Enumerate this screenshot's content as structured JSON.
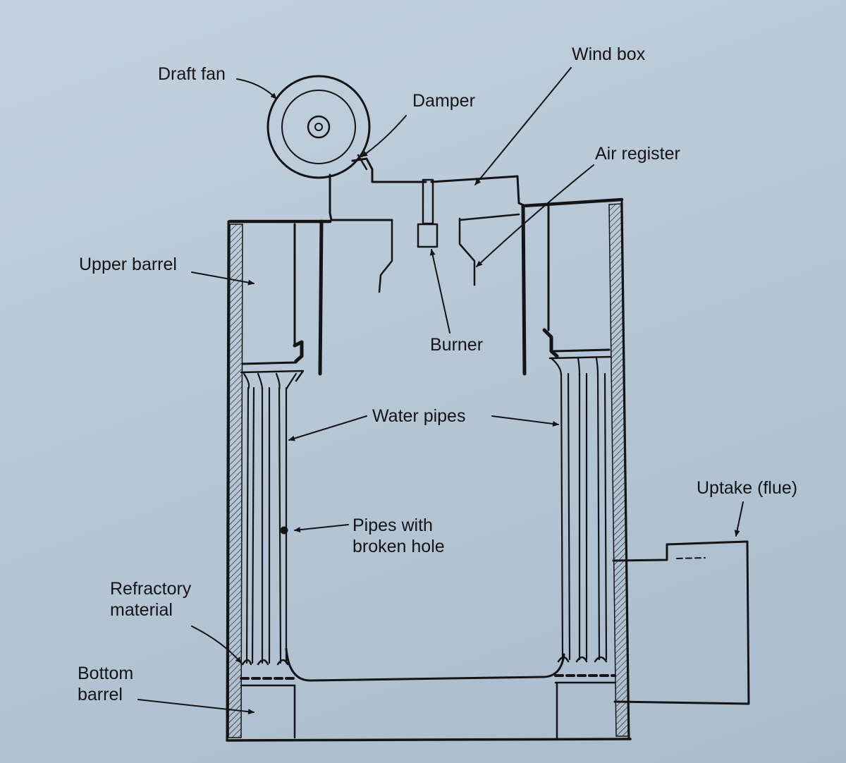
{
  "labels": {
    "draft_fan": "Draft fan",
    "wind_box": "Wind box",
    "damper": "Damper",
    "air_register": "Air register",
    "upper_barrel": "Upper barrel",
    "burner": "Burner",
    "water_pipes": "Water pipes",
    "uptake": "Uptake (flue)",
    "pipes_broken_line1": "Pipes with",
    "pipes_broken_line2": "broken hole",
    "refractory_line1": "Refractory",
    "refractory_line2": "material",
    "bottom_barrel_line1": "Bottom",
    "bottom_barrel_line2": "barrel"
  },
  "colors": {
    "ink": "#141414",
    "paper": "#bccad8"
  }
}
